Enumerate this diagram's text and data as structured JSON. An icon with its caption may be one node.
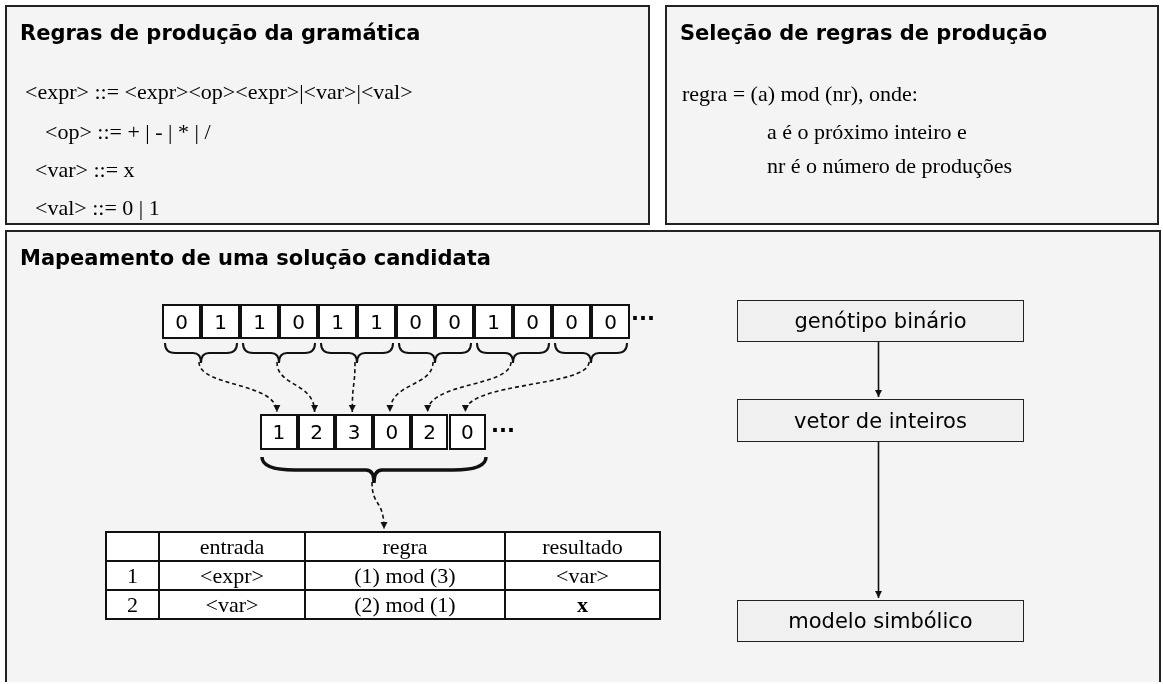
{
  "diagram": {
    "nodes": [
      {
        "text": [
          "Regras de produção da gramática",
          "<expr> ::= <expr><op><expr>|<var>|<val>",
          "<op> ::= + | - | * | /",
          "<var> ::= x",
          "<val> ::= 0 | 1"
        ]
      },
      {
        "text": [
          "Seleção de regras de produção",
          "regra = (a) mod (nr), onde:",
          "a é o próximo inteiro e",
          "nr é o número de produções"
        ]
      },
      {
        "text": [
          "Mapeamento de uma solução candidata"
        ]
      },
      {
        "text": [
          "0"
        ],
        "in": 2
      },
      {
        "text": [
          "1"
        ],
        "in": 2
      },
      {
        "text": [
          "1"
        ],
        "in": 2
      },
      {
        "text": [
          "0"
        ],
        "in": 2
      },
      {
        "text": [
          "1"
        ],
        "in": 2
      },
      {
        "text": [
          "1"
        ],
        "in": 2
      },
      {
        "text": [
          "0"
        ],
        "in": 2
      },
      {
        "text": [
          "0"
        ],
        "in": 2
      },
      {
        "text": [
          "1"
        ],
        "in": 2
      },
      {
        "text": [
          "0"
        ],
        "in": 2
      },
      {
        "text": [
          "0"
        ],
        "in": 2
      },
      {
        "text": [
          "0"
        ],
        "in": 2
      },
      {
        "text": [],
        "shape": "brace",
        "in": 2
      },
      {
        "text": [],
        "shape": "brace",
        "in": 2
      },
      {
        "text": [],
        "shape": "brace",
        "in": 2
      },
      {
        "text": [],
        "shape": "brace",
        "in": 2
      },
      {
        "text": [],
        "shape": "brace",
        "in": 2
      },
      {
        "text": [],
        "shape": "brace",
        "in": 2
      },
      {
        "text": [
          "1"
        ],
        "in": 2
      },
      {
        "text": [
          "2"
        ],
        "in": 2
      },
      {
        "text": [
          "3"
        ],
        "in": 2
      },
      {
        "text": [
          "0"
        ],
        "in": 2
      },
      {
        "text": [
          "2"
        ],
        "in": 2
      },
      {
        "text": [
          "0"
        ],
        "in": 2
      },
      {
        "text": [],
        "shape": "brace",
        "in": 2
      },
      {
        "text": [
          "entrada",
          "regra",
          "resultado",
          "1",
          "<expr>",
          "(1) mod (3)",
          "<var>",
          "2",
          "<var>",
          "(2) mod (1)",
          "x"
        ],
        "in": 2
      },
      {
        "text": [
          "genótipo binário"
        ],
        "in": 2
      },
      {
        "text": [
          "vetor de inteiros"
        ],
        "in": 2
      },
      {
        "text": [
          "modelo simbólico"
        ],
        "in": 2
      }
    ],
    "edges": [
      {
        "from": 15,
        "to": 21,
        "arrow": "to",
        "style": "dashed"
      },
      {
        "from": 16,
        "to": 22,
        "arrow": "to",
        "style": "dashed"
      },
      {
        "from": 17,
        "to": 23,
        "arrow": "to",
        "style": "dashed"
      },
      {
        "from": 18,
        "to": 24,
        "arrow": "to",
        "style": "dashed"
      },
      {
        "from": 19,
        "to": 25,
        "arrow": "to",
        "style": "dashed"
      },
      {
        "from": 20,
        "to": 26,
        "arrow": "to",
        "style": "dashed"
      },
      {
        "from": 27,
        "to": 28,
        "arrow": "to",
        "style": "dashed"
      },
      {
        "from": 29,
        "to": 30,
        "arrow": "to"
      },
      {
        "from": 30,
        "to": 31,
        "arrow": "to"
      }
    ],
    "labels": [
      "···",
      "···"
    ]
  }
}
